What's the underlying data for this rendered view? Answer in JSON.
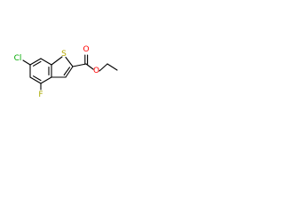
{
  "atoms": {
    "cl": {
      "label": "Cl",
      "color": "#00aa00"
    },
    "f": {
      "label": "F",
      "color": "#aaaa00"
    },
    "s": {
      "label": "S",
      "color": "#b5a800"
    },
    "o_carbonyl": {
      "label": "O",
      "color": "#ff0000"
    },
    "o_ester": {
      "label": "O",
      "color": "#ff0000"
    }
  }
}
